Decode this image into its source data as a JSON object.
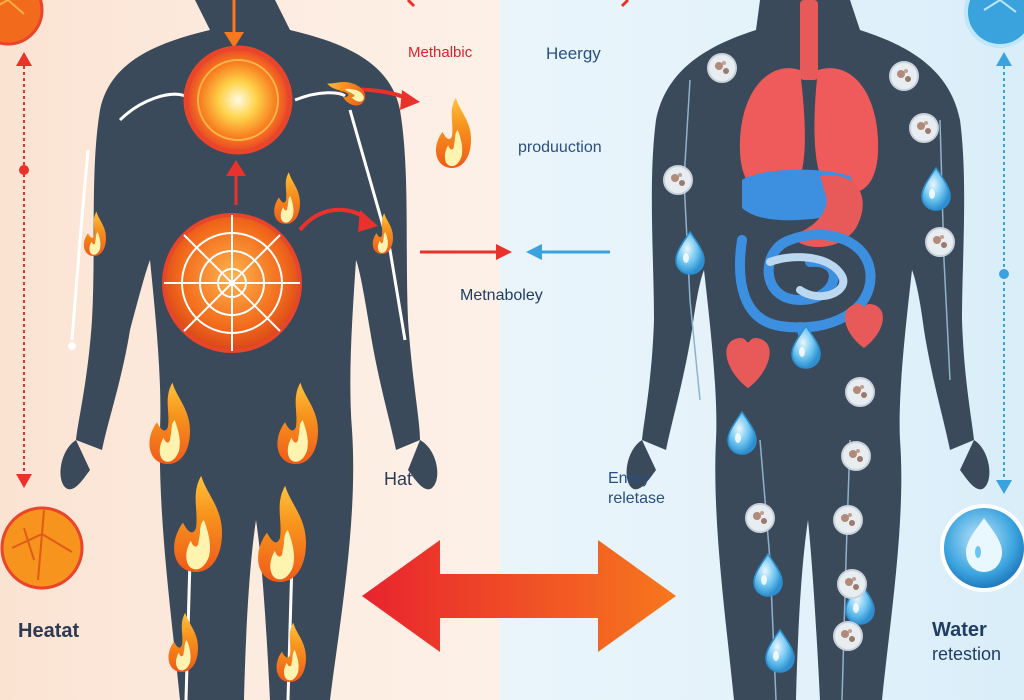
{
  "labels": {
    "metabolic": "Methalbic",
    "henergy": "Heergy",
    "production": "produuction",
    "metaboley": "Metnaboley",
    "hat": "Hat",
    "enery_line1": "Enery",
    "enery_line2": "reletase",
    "heatat": "Heatat",
    "water_line1": "Water",
    "water_line2": "retestion"
  },
  "icons": {
    "left_side": [
      "fire-icon",
      "sun-core-icon",
      "spiderweb-organ-icon",
      "heat-cell-icon"
    ],
    "right_side": [
      "lungs-icon",
      "stomach-icon",
      "intestine-icon",
      "heart-icon",
      "water-drop-icon",
      "cell-icon"
    ]
  },
  "colors": {
    "heat_red": "#e8322b",
    "heat_orange": "#f7941d",
    "body_dark": "#3a4a5a",
    "water_blue": "#3aa3de",
    "organ_pink": "#e85a5a"
  }
}
